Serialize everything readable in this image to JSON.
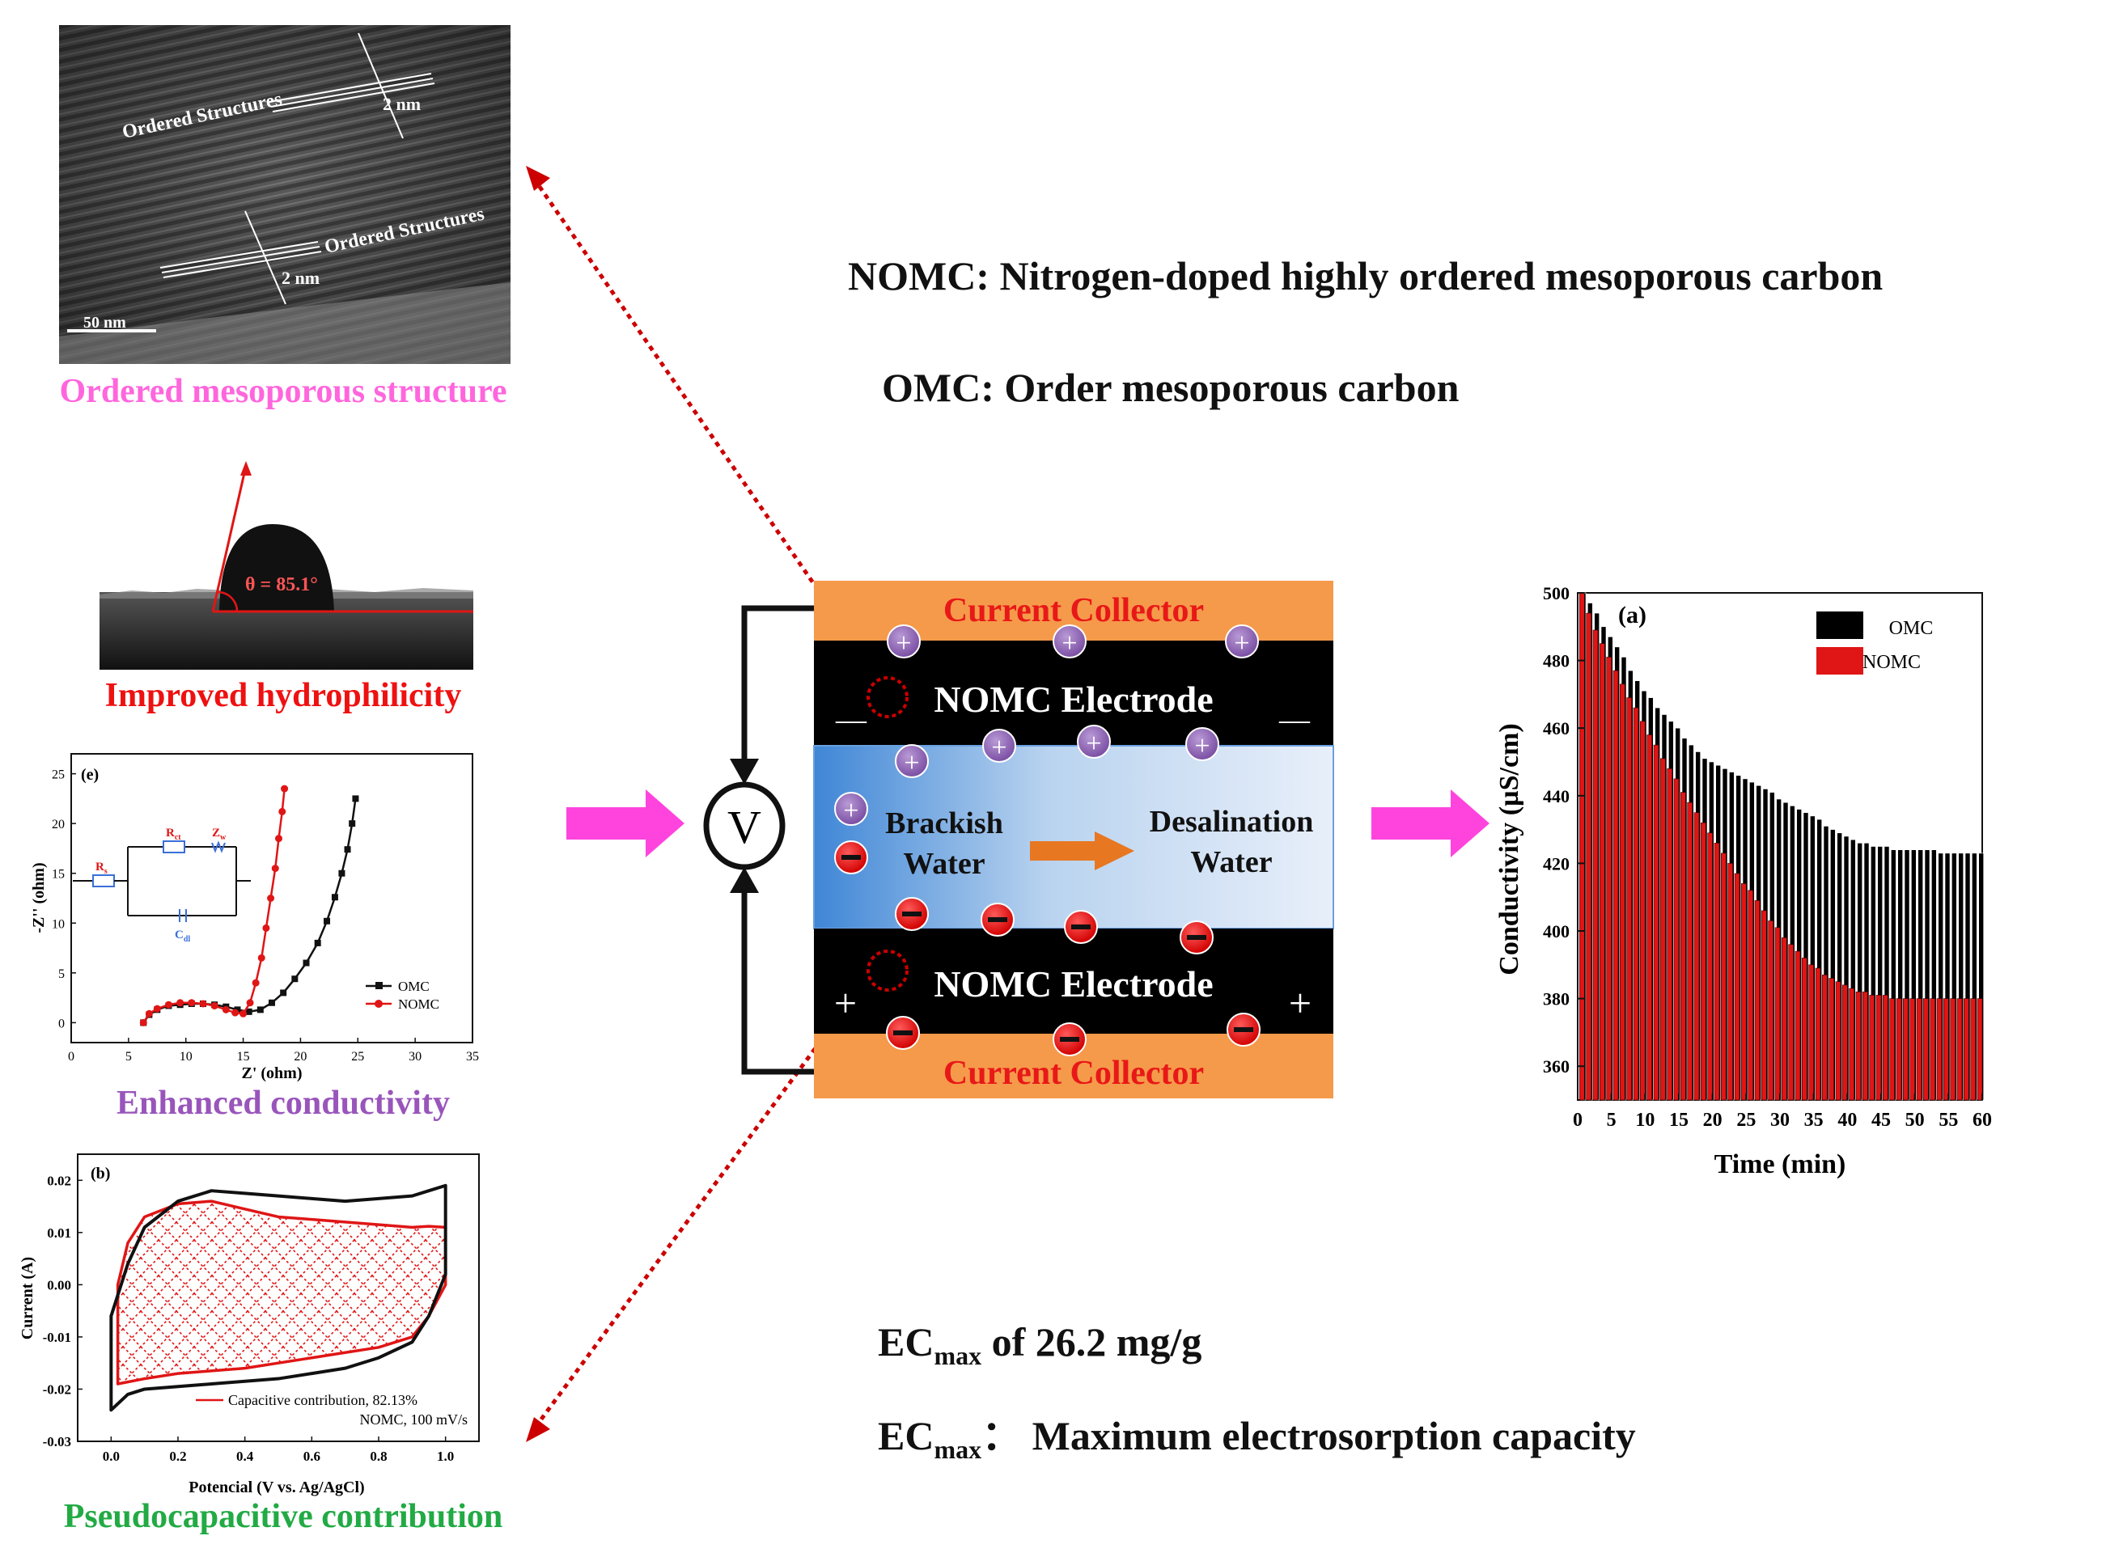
{
  "captions": {
    "mesoporous": "Ordered mesoporous structure",
    "hydrophilicity": "Improved hydrophilicity",
    "conductivity": "Enhanced conductivity",
    "pseudocap": "Pseudocapacitive contribution"
  },
  "definitions": {
    "nomc": "NOMC: Nitrogen-doped highly ordered mesoporous carbon",
    "omc": "OMC: Order mesoporous carbon",
    "ecmax_main": "EC",
    "ecmax_sub": "max",
    "ecmax_value": " of 26.2 mg/g",
    "ecmax_def_main": "EC",
    "ecmax_def_sub": "max",
    "ecmax_def_rest": "： Maximum electrosorption capacity"
  },
  "tem": {
    "label1": "Ordered Structures",
    "label2": "Ordered Structures",
    "spacing1": "2 nm",
    "spacing2": "2 nm",
    "scale": "50 nm"
  },
  "contact_angle": {
    "label": "θ = 85.1°"
  },
  "cell": {
    "top_collector": "Current Collector",
    "bottom_collector": "Current Collector",
    "top_electrode": "NOMC Electrode",
    "bottom_electrode": "NOMC Electrode",
    "feed": "Brackish\nWater",
    "feed_line1": "Brackish",
    "feed_line2": "Water",
    "product_line1": "Desalination",
    "product_line2": "Water",
    "voltmeter": "V",
    "minus": "—",
    "plus": "+"
  },
  "colors": {
    "magenta": "#ff33cc",
    "pink_caption": "#ff66dd",
    "red_caption": "#ee1111",
    "purple_caption": "#9955bb",
    "green_caption": "#22aa44",
    "collector": "#f59a4a",
    "collector_text": "#e81818",
    "cation": "#8a5cae",
    "anion": "#ee1111",
    "flow_arrow": "#e87722",
    "nomc_red": "#e01515"
  },
  "chart_data": [
    {
      "type": "bar",
      "panel_label": "(a)",
      "xlabel": "Time (min)",
      "ylabel": "Conductivity (µS/cm)",
      "xlim": [
        0,
        60
      ],
      "ylim": [
        350,
        500
      ],
      "xticks": [
        0,
        5,
        10,
        15,
        20,
        25,
        30,
        35,
        40,
        45,
        50,
        55,
        60
      ],
      "yticks": [
        360,
        380,
        400,
        420,
        440,
        460,
        480,
        500
      ],
      "legend_position": "top-right",
      "x": [
        1,
        2,
        3,
        4,
        5,
        6,
        7,
        8,
        9,
        10,
        11,
        12,
        13,
        14,
        15,
        16,
        17,
        18,
        19,
        20,
        21,
        22,
        23,
        24,
        25,
        26,
        27,
        28,
        29,
        30,
        31,
        32,
        33,
        34,
        35,
        36,
        37,
        38,
        39,
        40,
        41,
        42,
        43,
        44,
        45,
        46,
        47,
        48,
        49,
        50,
        51,
        52,
        53,
        54,
        55,
        56,
        57,
        58,
        59,
        60
      ],
      "series": [
        {
          "name": "OMC",
          "values": [
            500,
            497,
            494,
            490,
            487,
            484,
            481,
            477,
            474,
            471,
            469,
            466,
            464,
            462,
            460,
            457,
            455,
            453,
            451,
            450,
            449,
            448,
            447,
            446,
            445,
            444,
            443,
            442,
            441,
            439,
            438,
            437,
            436,
            435,
            434,
            433,
            431,
            430,
            429,
            428,
            427,
            426,
            426,
            425,
            425,
            425,
            424,
            424,
            424,
            424,
            424,
            424,
            424,
            423,
            423,
            423,
            423,
            423,
            423,
            423
          ]
        },
        {
          "name": "NOMC",
          "values": [
            500,
            494,
            489,
            485,
            481,
            477,
            473,
            469,
            466,
            462,
            458,
            455,
            451,
            448,
            445,
            441,
            438,
            435,
            432,
            429,
            426,
            423,
            420,
            417,
            414,
            412,
            409,
            406,
            403,
            401,
            398,
            396,
            394,
            392,
            390,
            389,
            387,
            386,
            385,
            384,
            383,
            382,
            382,
            381,
            381,
            381,
            380,
            380,
            380,
            380,
            380,
            380,
            380,
            380,
            380,
            380,
            380,
            380,
            380,
            380
          ]
        }
      ]
    },
    {
      "type": "line",
      "panel_label": "(e)",
      "xlabel": "Z' (ohm)",
      "ylabel": "-Z'' (ohm)",
      "xlim": [
        0,
        35
      ],
      "ylim": [
        -2,
        27
      ],
      "xticks": [
        0,
        5,
        10,
        15,
        20,
        25,
        30,
        35
      ],
      "yticks": [
        0,
        5,
        10,
        15,
        20,
        25
      ],
      "legend_position": "bottom-right",
      "circuit_labels": {
        "rs_main": "R",
        "rs_sub": "s",
        "rct_main": "R",
        "rct_sub": "ct",
        "zw_main": "Z",
        "zw_sub": "w",
        "cdl_main": "C",
        "cdl_sub": "dl"
      },
      "series": [
        {
          "name": "OMC",
          "x": [
            6.3,
            6.8,
            7.5,
            8.5,
            9.5,
            10.5,
            11.5,
            12.5,
            13.5,
            14.5,
            15.5,
            16.5,
            17.5,
            18.5,
            19.5,
            20.5,
            21.5,
            22.3,
            23.0,
            23.6,
            24.1,
            24.5,
            24.8
          ],
          "y": [
            0,
            0.8,
            1.3,
            1.7,
            1.8,
            1.9,
            1.9,
            1.8,
            1.6,
            1.3,
            1.1,
            1.3,
            2.0,
            3.0,
            4.4,
            6.0,
            8.0,
            10.2,
            12.6,
            15.0,
            17.4,
            20.0,
            22.5
          ]
        },
        {
          "name": "NOMC",
          "x": [
            6.3,
            6.8,
            7.5,
            8.5,
            9.5,
            10.5,
            11.5,
            12.5,
            13.5,
            14.3,
            15.0,
            15.6,
            16.1,
            16.6,
            17.0,
            17.4,
            17.8,
            18.1,
            18.4,
            18.6
          ],
          "y": [
            0,
            0.9,
            1.4,
            1.8,
            2.0,
            2.0,
            1.9,
            1.7,
            1.3,
            1.0,
            0.9,
            2.0,
            4.0,
            6.5,
            9.5,
            12.5,
            15.5,
            18.5,
            21.2,
            23.5
          ]
        }
      ]
    },
    {
      "type": "line",
      "panel_label": "(b)",
      "xlabel": "Potencial  (V vs. Ag/AgCl)",
      "ylabel": "Current (A)",
      "xlim": [
        -0.1,
        1.1
      ],
      "ylim": [
        -0.03,
        0.025
      ],
      "xticks": [
        0.0,
        0.2,
        0.4,
        0.6,
        0.8,
        1.0
      ],
      "yticks": [
        -0.03,
        -0.02,
        -0.01,
        0.0,
        0.01,
        0.02
      ],
      "legend_position": "bottom-right",
      "legend_entry": "Capacitive contribution, 82.13%",
      "note": "NOMC, 100 mV/s",
      "series": [
        {
          "name": "",
          "x": [
            0.0,
            0.05,
            0.1,
            0.2,
            0.3,
            0.4,
            0.5,
            0.6,
            0.7,
            0.8,
            0.9,
            0.95,
            1.0,
            1.0,
            0.95,
            0.9,
            0.8,
            0.7,
            0.6,
            0.5,
            0.4,
            0.3,
            0.2,
            0.1,
            0.05,
            0.0,
            0.0
          ],
          "y": [
            -0.024,
            -0.021,
            -0.02,
            -0.0195,
            -0.019,
            -0.0185,
            -0.018,
            -0.017,
            -0.016,
            -0.014,
            -0.011,
            -0.006,
            0.002,
            0.019,
            0.018,
            0.017,
            0.0165,
            0.016,
            0.0165,
            0.017,
            0.0175,
            0.018,
            0.016,
            0.011,
            0.004,
            -0.006,
            -0.024
          ]
        },
        {
          "name": "Capacitive contribution, 82.13%",
          "x": [
            0.02,
            0.1,
            0.2,
            0.3,
            0.4,
            0.5,
            0.6,
            0.7,
            0.8,
            0.9,
            0.95,
            1.0,
            1.0,
            0.95,
            0.9,
            0.8,
            0.7,
            0.6,
            0.5,
            0.4,
            0.3,
            0.2,
            0.1,
            0.05,
            0.02,
            0.02
          ],
          "y": [
            -0.019,
            -0.018,
            -0.017,
            -0.0165,
            -0.016,
            -0.015,
            -0.014,
            -0.013,
            -0.012,
            -0.01,
            -0.006,
            0.0,
            0.011,
            0.0112,
            0.011,
            0.0115,
            0.012,
            0.0125,
            0.013,
            0.0145,
            0.016,
            0.0155,
            0.013,
            0.008,
            0.0,
            -0.019
          ]
        }
      ]
    }
  ]
}
